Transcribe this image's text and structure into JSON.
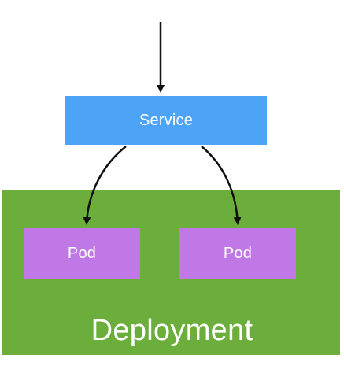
{
  "diagram": {
    "service": {
      "label": "Service"
    },
    "pods": [
      {
        "label": "Pod"
      },
      {
        "label": "Pod"
      }
    ],
    "deployment": {
      "label": "Deployment"
    }
  },
  "colors": {
    "deployment": "#6cae3b",
    "service": "#4da3f5",
    "pod": "#c078e6",
    "arrow": "#111111",
    "label": "#ffffff"
  }
}
